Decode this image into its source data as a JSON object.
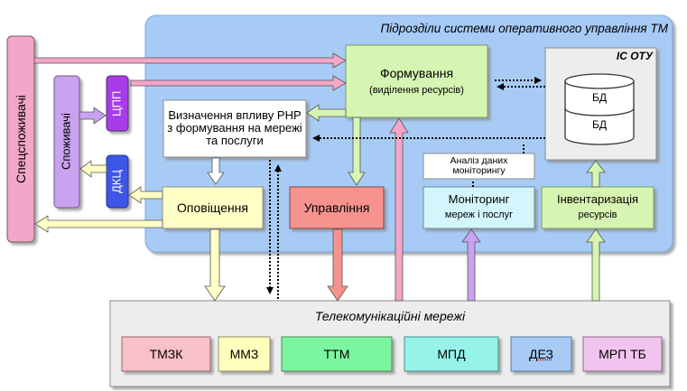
{
  "outer_title": "Підрозділи системи оперативного управління ТМ",
  "spec_consumers": "Спецспоживачі",
  "consumers": "Споживачі",
  "tspp": "ЦПП",
  "dkc": "ДКЦ",
  "formation": {
    "title": "Формування",
    "sub": "(виділення ресурсів)"
  },
  "is_otu": {
    "title": "ІС ОТУ",
    "db1": "БД",
    "db2": "БД"
  },
  "impact": "Визначення впливу РНР з формування на мережі та послуги",
  "notification": "Оповіщення",
  "management": "Управління",
  "analysis": "Аналіз даних моніторингу",
  "monitoring": {
    "title": "Моніторинг",
    "sub": "мереж і послуг"
  },
  "inventory": {
    "title": "Інвентаризація",
    "sub": "ресурсів"
  },
  "telecom": {
    "title": "Телекомунікаційні мережі",
    "items": [
      "ТМЗК",
      "ММЗ",
      "ТТМ",
      "МПД",
      "ДЕЗ",
      "МРП ТБ"
    ]
  },
  "colors": {
    "outer_panel": "#a7cbf5",
    "spec": "#f3a6c8",
    "consumers": "#c9a2f0",
    "tspp": "#a73ee8",
    "dkc": "#3d57e6",
    "formation": "#d6f5b2",
    "db_panel": "#ededed",
    "notification": "#ffffc6",
    "management": "#f7928e",
    "monitoring": "#d3f6fd",
    "inventory": "#d6f5b2",
    "telecom_panel": "#ededed",
    "tmzk": "#f8c0c7",
    "mmz": "#ffffbd",
    "ttm": "#7cf59f",
    "mpd": "#96f3ea",
    "dez": "#a7cbf5",
    "mrp": "#f1c4ef"
  }
}
